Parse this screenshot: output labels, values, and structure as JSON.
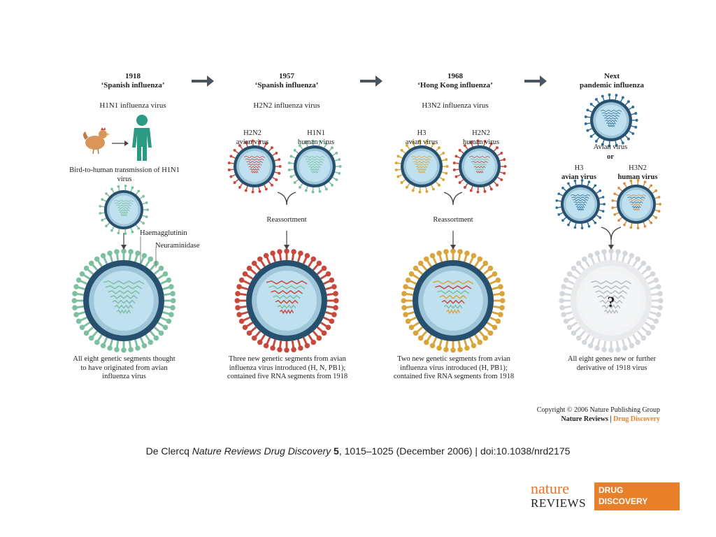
{
  "columns": [
    {
      "year": "1918",
      "name": "‘Spanish influenza’",
      "subtype": "H1N1 influenza virus",
      "transmission": "Bird-to-human transmission of H1N1 virus",
      "labels": {
        "haemagglutinin": "Haemagglutinin",
        "neuraminidase": "Neuraminidase"
      },
      "desc": "All eight genetic segments thought to have originated from avian influenza virus"
    },
    {
      "year": "1957",
      "name": "‘Spanish influenza’",
      "subtype": "H2N2 influenza virus",
      "parent_a": {
        "line1": "H2N2",
        "line2": "avian virus"
      },
      "parent_b": {
        "line1": "H1N1",
        "line2": "human virus"
      },
      "process": "Reassortment",
      "desc": "Three new genetic segments from avian influenza virus introduced (H, N, PB1); contained five RNA segments from 1918"
    },
    {
      "year": "1968",
      "name": "‘Hong Kong influenza’",
      "subtype": "H3N2 influenza virus",
      "parent_a": {
        "line1": "H3",
        "line2": "avian virus"
      },
      "parent_b": {
        "line1": "H2N2",
        "line2": "human virus"
      },
      "process": "Reassortment",
      "desc": "Two new genetic segments from avian influenza virus introduced (H, PB1); contained five RNA segments from 1918"
    },
    {
      "year": "Next",
      "name": "pandemic influenza",
      "avian": "Avian virus",
      "or": "or",
      "parent_a": {
        "line1": "H3",
        "line2": "avian virus"
      },
      "parent_b": {
        "line1": "H3N2",
        "line2": "human virus"
      },
      "unknown": "?",
      "desc": "All eight genes new or further derivative of 1918 virus"
    }
  ],
  "copyright": "Copyright © 2006 Nature Publishing Group",
  "journal": {
    "name": "Nature Reviews",
    "sep": " | ",
    "section": "Drug Discovery"
  },
  "caption": {
    "author": "De Clercq ",
    "journal": "Nature Reviews Drug Discovery",
    "sep": " ",
    "volume": "5",
    "rest": ", 1015–1025 (December 2006) | doi:10.1038/nrd2175"
  },
  "logo": {
    "nature": "nature",
    "reviews": "REVIEWS",
    "drug": "DRUG",
    "discovery": "DISCOVERY"
  },
  "colors": {
    "green": "#7cc0a0",
    "red": "#c8483c",
    "gold": "#d9a53a",
    "blue": "#2f6f95",
    "orange": "#d98c3a",
    "grey": "#d4d8dc",
    "core": "#bfe0ef",
    "membrane": "#27506e",
    "accent": "#e8802a"
  }
}
